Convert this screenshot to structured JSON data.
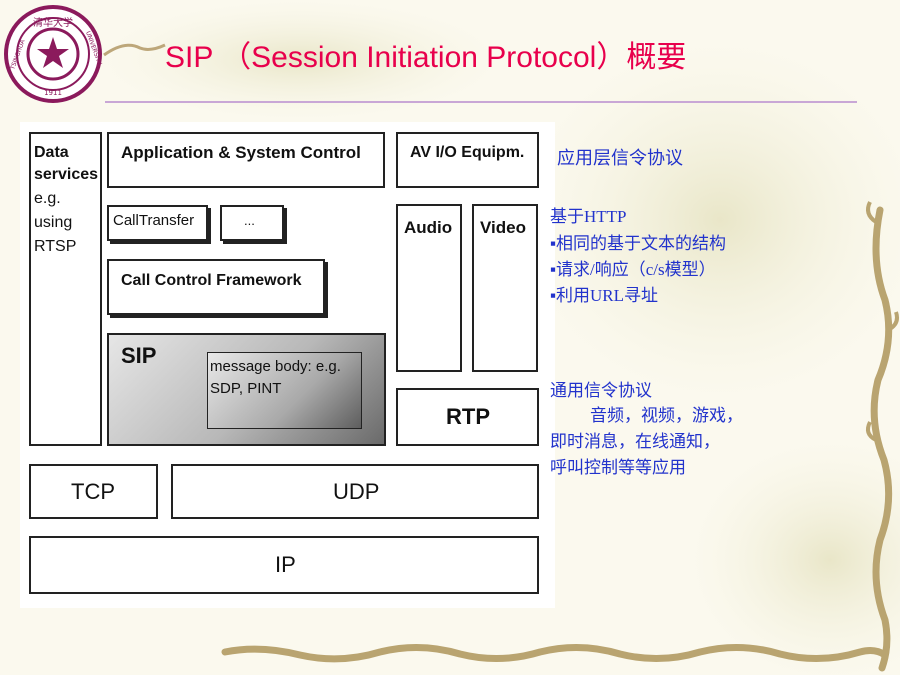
{
  "logo": {
    "top_text": "清华大学",
    "left_text": "TSINGHUA",
    "right_text": "UNIVERSITY",
    "year": "1911"
  },
  "title": "SIP （Session Initiation Protocol）概要",
  "diagram": {
    "data_services": [
      "Data",
      "services",
      "e.g.",
      "using",
      "RTSP"
    ],
    "app_control": "Application & System Control",
    "av_equip": "AV I/O Equipm.",
    "call_transfer": "CallTransfer",
    "ellipsis": "...",
    "audio": "Audio",
    "video": "Video",
    "call_control": "Call Control Framework",
    "sip": "SIP",
    "message_body": [
      "message body: e.g.",
      "SDP, PINT"
    ],
    "rtp": "RTP",
    "tcp": "TCP",
    "udp": "UDP",
    "ip": "IP"
  },
  "notes": {
    "app_layer": "应用层信令协议",
    "http_title": "基于HTTP",
    "http_points": [
      "相同的基于文本的结构",
      "请求/响应（c/s模型）",
      "利用URL寻址"
    ],
    "general_title": "通用信令协议",
    "general_lines": [
      "音频，视频，游戏，",
      "即时消息，在线通知，",
      "呼叫控制等等应用"
    ]
  },
  "colors": {
    "title": "#e8004c",
    "notes": "#2233cc",
    "rule": "#c9a7d6",
    "logo": "#8b1a5c"
  }
}
